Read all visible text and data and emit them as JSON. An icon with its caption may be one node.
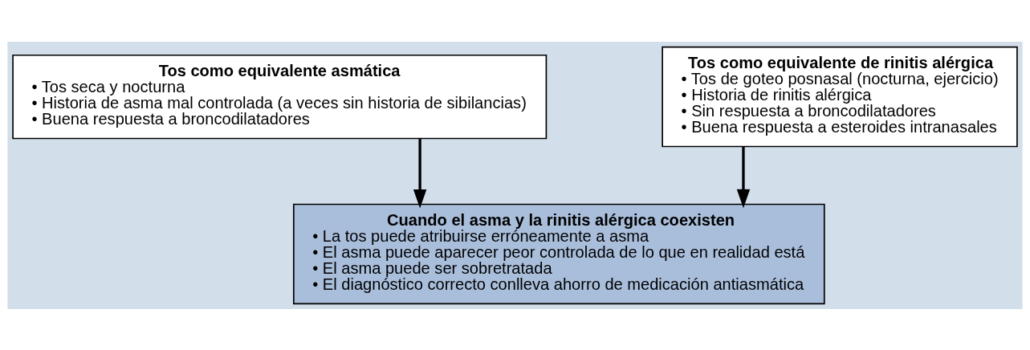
{
  "diagram": {
    "nodes": [
      {
        "text": [
          "Tos como equivalente asmática",
          "• Tos seca y nocturna",
          "• Historia de asma mal controlada (a veces sin historia de sibilancias)",
          "• Buena respuesta a broncodilatadores"
        ]
      },
      {
        "text": [
          "Tos como equivalente de rinitis alérgica",
          "• Tos de goteo posnasal (nocturna, ejercicio)",
          "• Historia de rinitis alérgica",
          "• Sin respuesta a broncodilatadores",
          "• Buena respuesta a esteroides intranasales"
        ]
      },
      {
        "text": [
          "Cuando el asma y la rinitis alérgica coexisten",
          "• La tos puede atribuirse erróneamente a asma",
          "• El asma puede aparecer peor controlada de lo que en realidad está",
          "• El asma puede ser sobretratada",
          "• El diagnóstico correcto conlleva ahorro de medicación antiasmática"
        ]
      }
    ],
    "edges": [
      {
        "from": 0,
        "to": 2,
        "arrow": "to"
      },
      {
        "from": 1,
        "to": 2,
        "arrow": "to"
      }
    ]
  }
}
